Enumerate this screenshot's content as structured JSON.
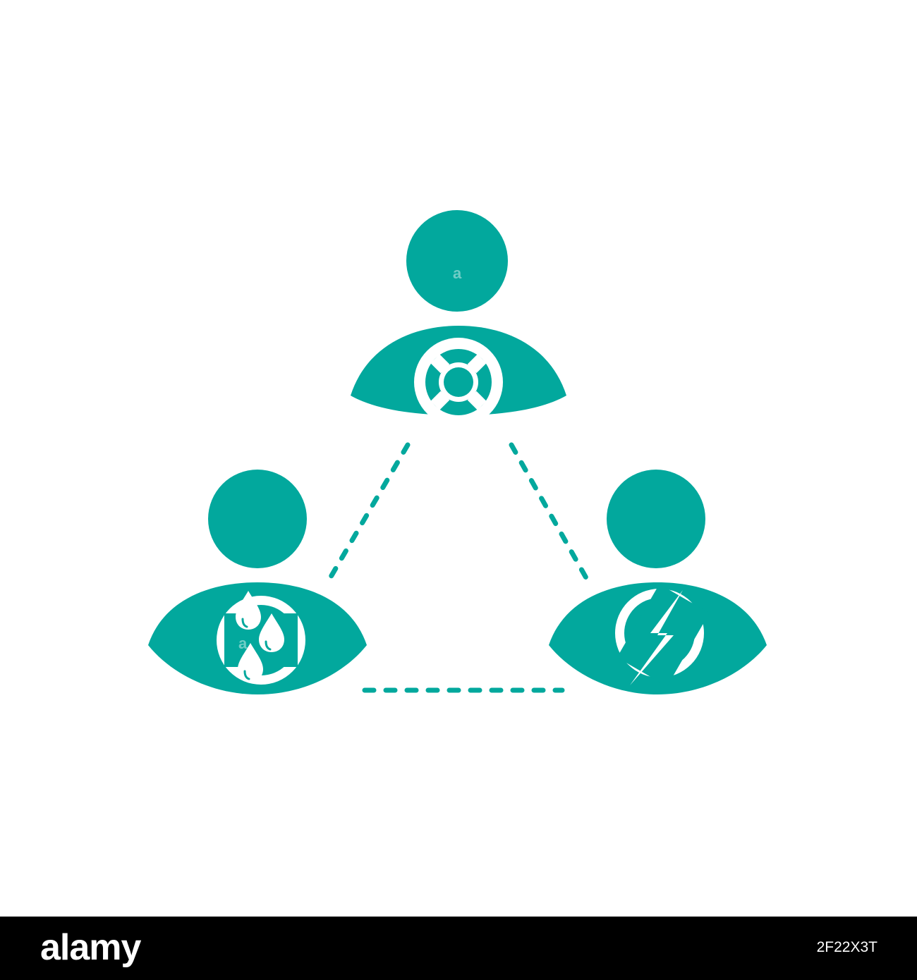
{
  "colors": {
    "teal": "#02a89d",
    "background": "#ffffff",
    "footer": "#000000",
    "footer_text": "#ffffff"
  },
  "people": [
    {
      "id": "top",
      "emblem": "lifebuoy-icon"
    },
    {
      "id": "left",
      "emblem": "water-drops-icon"
    },
    {
      "id": "right",
      "emblem": "lightning-bolt-icon"
    }
  ],
  "connections": [
    {
      "from": "top",
      "to": "left",
      "style": "dashed"
    },
    {
      "from": "top",
      "to": "right",
      "style": "dashed"
    },
    {
      "from": "left",
      "to": "right",
      "style": "dashed"
    }
  ],
  "watermark": {
    "overlay_letter": "a",
    "brand": "alamy",
    "image_id": "2F22X3T"
  }
}
